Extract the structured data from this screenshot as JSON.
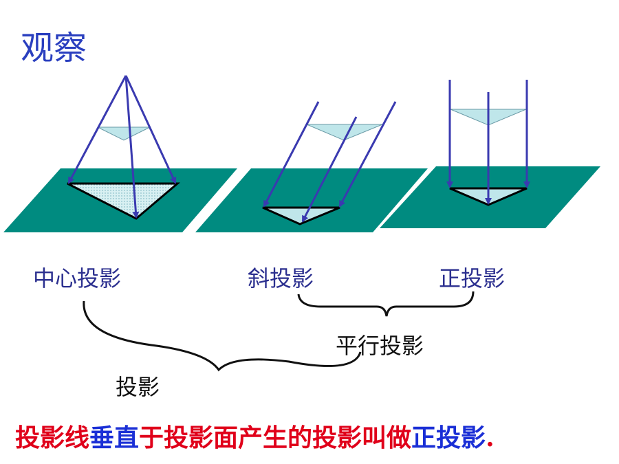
{
  "title": "观察",
  "labels": {
    "central": "中心投影",
    "oblique": "斜投影",
    "orthographic": "正投影",
    "parallel": "平行投影",
    "projection": "投影"
  },
  "conclusion": {
    "parts": [
      {
        "text": "投影线",
        "color": "#e0001a"
      },
      {
        "text": "垂直",
        "color": "#1a2fd6"
      },
      {
        "text": "于投影面产生的投影叫做",
        "color": "#e0001a"
      },
      {
        "text": "正投影",
        "color": "#1a2fd6"
      },
      {
        "text": ".",
        "color": "#e0001a"
      }
    ]
  },
  "colors": {
    "plane": "#008b80",
    "ray": "#3a3ab0",
    "triangle_fill": "#bfe6ea",
    "brace": "#111111"
  }
}
